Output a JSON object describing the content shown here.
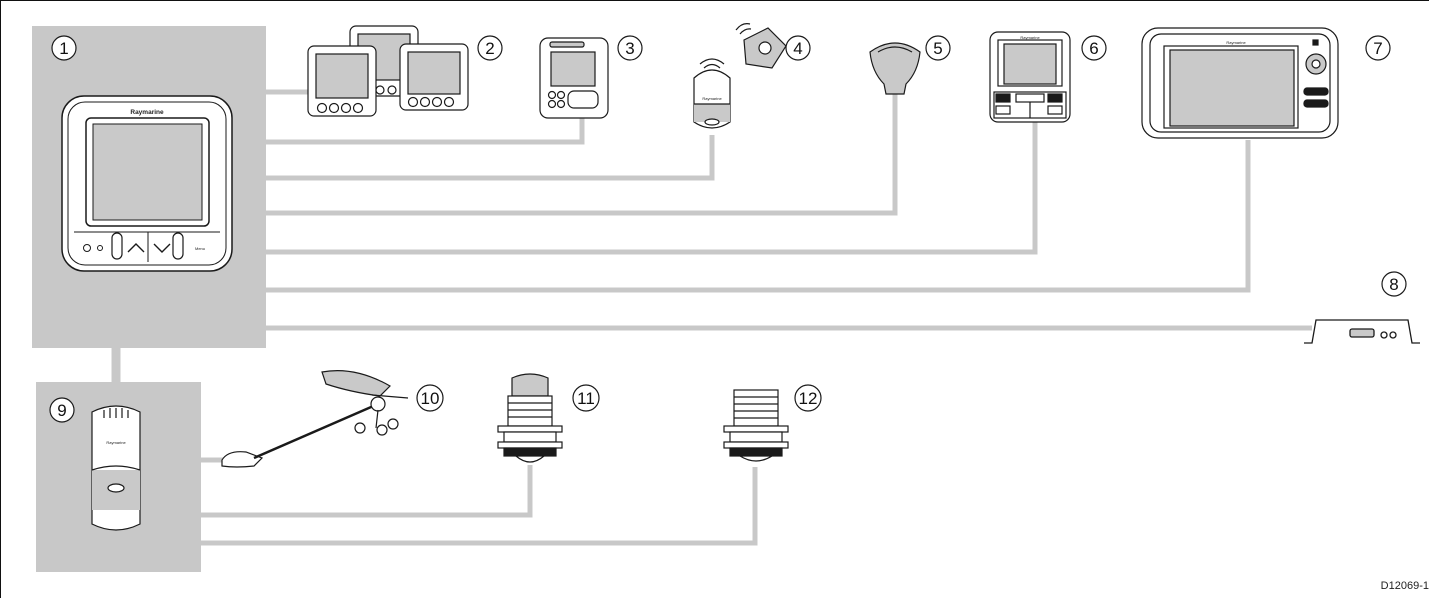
{
  "callouts": [
    "1",
    "2",
    "3",
    "4",
    "5",
    "6",
    "7",
    "8",
    "9",
    "10",
    "11",
    "12"
  ],
  "brand": {
    "instrument": "Raymarine",
    "pilot": "Raymarine",
    "mfd": "Raymarine",
    "transmitter": "Raymarine"
  },
  "instrument_labels": {
    "menu": "Menu"
  },
  "reference_code": "D12069-1",
  "colors": {
    "hub_fill": "#c8c8c8",
    "cable": "#c8c8c8",
    "outline": "#1a1a1a",
    "screen": "#c9c9c9"
  }
}
